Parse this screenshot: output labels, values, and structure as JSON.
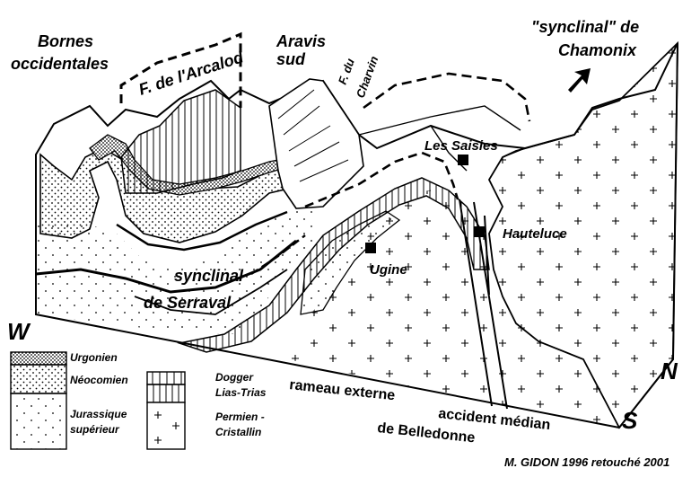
{
  "labels": {
    "bornes_line1": "Bornes",
    "bornes_line2": "occidentales",
    "arcalod": "F. de l'Arcalod",
    "aravis_line1": "Aravis",
    "aravis_line2": "sud",
    "charvin_line1": "F. du",
    "charvin_line2": "Charvin",
    "chamonix_line1": "\"synclinal\" de",
    "chamonix_line2": "Chamonix",
    "saisies": "Les Saisies",
    "hauteluce": "Hauteluce",
    "ugine": "Ugine",
    "serraval_line1": "synclinal",
    "serraval_line2": "de Serraval",
    "west": "W",
    "north": "N",
    "south": "S",
    "rameau_line1": "rameau externe",
    "rameau_line2": "de Belledonne",
    "accident": "accident médian",
    "credit": "M. GIDON 1996 retouché 2001"
  },
  "legend": {
    "urgonien": "Urgonien",
    "neocomien": "Néocomien",
    "jurassique_line1": "Jurassique",
    "jurassique_line2": "supérieur",
    "dogger": "Dogger",
    "lias_trias": "Lias-Trias",
    "permien_line1": "Permien -",
    "permien_line2": "Cristallin"
  }
}
